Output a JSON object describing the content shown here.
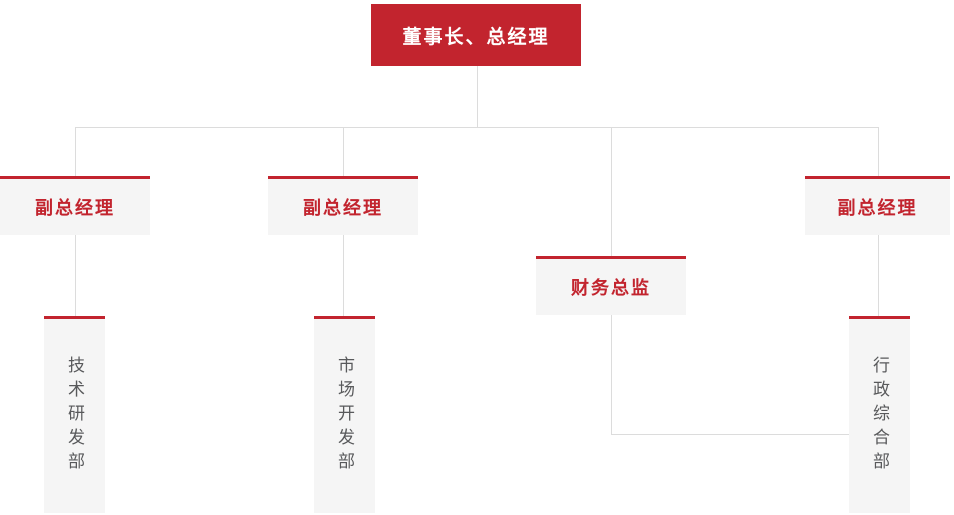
{
  "diagram": {
    "type": "org-chart",
    "colors": {
      "accent_red": "#c2242e",
      "node_bg": "#f5f5f5",
      "line_gray": "#dcdcdc",
      "dept_text": "#58595b",
      "root_text": "#ffffff"
    },
    "root": {
      "label": "董事长、总经理"
    },
    "managers": [
      {
        "label": "副总经理"
      },
      {
        "label": "副总经理"
      },
      {
        "label": "财务总监"
      },
      {
        "label": "副总经理"
      }
    ],
    "departments": [
      {
        "label": "技术研发部"
      },
      {
        "label": "市场开发部"
      },
      {
        "label": "行政综合部"
      }
    ],
    "edges": [
      "root -> manager-1",
      "root -> manager-2",
      "root -> finance-director",
      "root -> manager-4",
      "manager-1 -> tech-rd-dept",
      "manager-2 -> market-dev-dept",
      "manager-4 -> admin-general-dept",
      "finance-director -> admin-general-dept (elbow, enters left side)"
    ]
  }
}
